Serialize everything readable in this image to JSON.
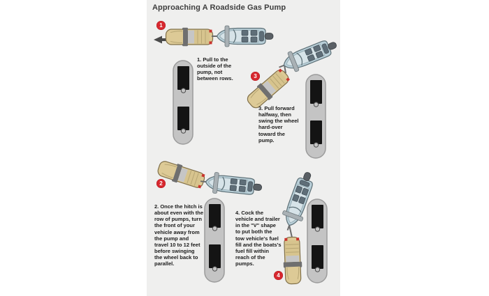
{
  "title": "Approaching A Roadside Gas Pump",
  "steps": [
    {
      "number": "1",
      "text": "1. Pull to the outside of the pump, not between rows."
    },
    {
      "number": "2",
      "text": "2. Once the hitch is about even with the row of pumps, turn the front of your vehicle away from the pump and travel 10 to 12 feet before swinging the wheel back to parallel."
    },
    {
      "number": "3",
      "text": "3. Pull forward halfway, then swing the wheel hard-over toward the pump."
    },
    {
      "number": "4",
      "text": "4. Cock the vehicle and trailer in the \"V\" shape to put both the tow vehicle's fuel fill and the boats's fuel fill within reach of the pumps."
    }
  ],
  "icons": {
    "tow_vehicle": "tow-vehicle-icon",
    "boat_on_trailer": "boat-on-trailer-icon",
    "gas_pump_island": "gas-pump-island",
    "direction_arrow": "left-arrow-icon"
  },
  "colors": {
    "panel_bg": "#efefee",
    "badge": "#d7282f",
    "badge_text": "#ffffff",
    "vehicle_body": "#ddca96",
    "vehicle_glass": "#6f6f6f",
    "boat_hull": "#b9cfd8",
    "boat_deck": "#d6e3e8",
    "boat_seats": "#5f6e78",
    "island": "#c4c4c4",
    "pump": "#141414",
    "taillight": "#c9342d",
    "arrow": "#4a4a4a",
    "title_text": "#3d3d3d",
    "step_text": "#1b1b1b"
  }
}
